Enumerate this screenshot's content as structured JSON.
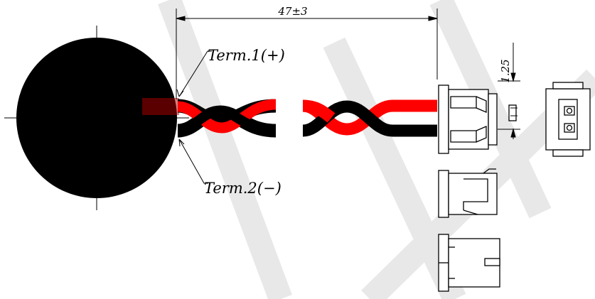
{
  "drawing": {
    "length_dimension": "47±3",
    "pitch_dimension": "1.25",
    "terminal_1_label": "Term.1(+)",
    "terminal_2_label": "Term.2(−)"
  },
  "colors": {
    "motor_body": "#000000",
    "wire_positive": "#ff0000",
    "wire_negative": "#000000",
    "watermark": "#e6e6e6",
    "outline": "#000000"
  }
}
